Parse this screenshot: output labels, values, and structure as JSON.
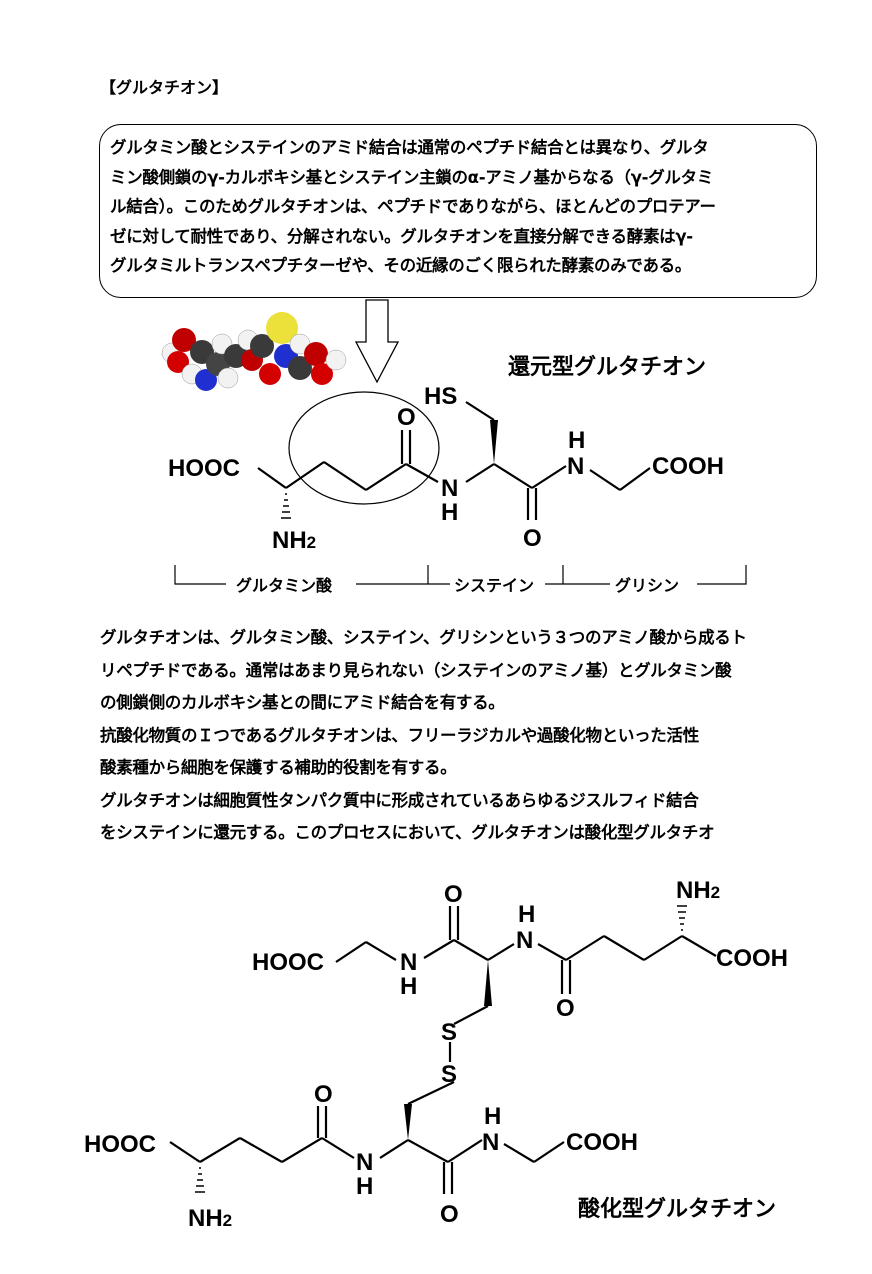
{
  "heading": "【グルタチオン】",
  "callout": {
    "lines": [
      "グルタミン酸とシステインのアミド結合は通常のペプチド結合とは異なり、グルタ",
      "ミン酸側鎖のγ-カルボキシ基とシステイン主鎖のα-アミノ基からなる（γ-グルタミ",
      "ル結合）。このためグルタチオンは、ペプチドでありながら、ほとんどのプロテアー",
      "ゼに対して耐性であり、分解されない。グルタチオンを直接分解できる酵素はγ-",
      "グルタミルトランスペプチターゼや、その近縁のごく限られた酵素のみである。"
    ]
  },
  "reduced": {
    "title": "還元型グルタチオン",
    "labels": {
      "hooc": "HOOC",
      "o_top": "O",
      "hs": "HS",
      "h_top": "H",
      "nh_n": "N",
      "nh_h": "H",
      "n_right": "N",
      "cooh": "COOH",
      "nh2": "NH",
      "nh2_sub": "2",
      "o_bottom": "O"
    },
    "brackets": [
      "グルタミン酸",
      "システイン",
      "グリシン"
    ]
  },
  "body": {
    "lines": [
      "グルタチオンは、グルタミン酸、システイン、グリシンという３つのアミノ酸から成るト",
      "リペプチドである。通常はあまり見られない（システインのアミノ基）とグルタミン酸",
      "の側鎖側のカルボキシ基との間にアミド結合を有する。",
      "抗酸化物質のＩつであるグルタチオンは、フリーラジカルや過酸化物といった活性",
      "酸素種から細胞を保護する補助的役割を有する。",
      "グルタチオンは細胞質性タンパク質中に形成されているあらゆるジスルフィド結合",
      "をシステインに還元する。このプロセスにおいて、グルタチオンは酸化型グルタチオ"
    ]
  },
  "oxidized": {
    "title": "酸化型グルタチオン",
    "top": {
      "o_left": "O",
      "nh2": "NH",
      "nh2_sub": "2",
      "h_mid": "H",
      "n_mid": "N",
      "hooc": "HOOC",
      "cooh": "COOH",
      "n_left": "N",
      "h_left": "H",
      "o_right": "O"
    },
    "s1": "S",
    "s2": "S",
    "bottom": {
      "o_left": "O",
      "h_right": "H",
      "hooc": "HOOC",
      "n_right": "N",
      "cooh": "COOH",
      "n_mid": "N",
      "h_mid": "H",
      "nh2": "NH",
      "nh2_sub": "2",
      "o_bottom": "O"
    }
  },
  "colors": {
    "carbon": "#3a3a3a",
    "oxygen": "#d40000",
    "nitrogen": "#2030d0",
    "sulfur": "#ece03a",
    "hydrogen": "#f2f2f2"
  },
  "icons": {
    "model": "space-filling-molecule-model",
    "arrow": "hollow-down-arrow"
  }
}
